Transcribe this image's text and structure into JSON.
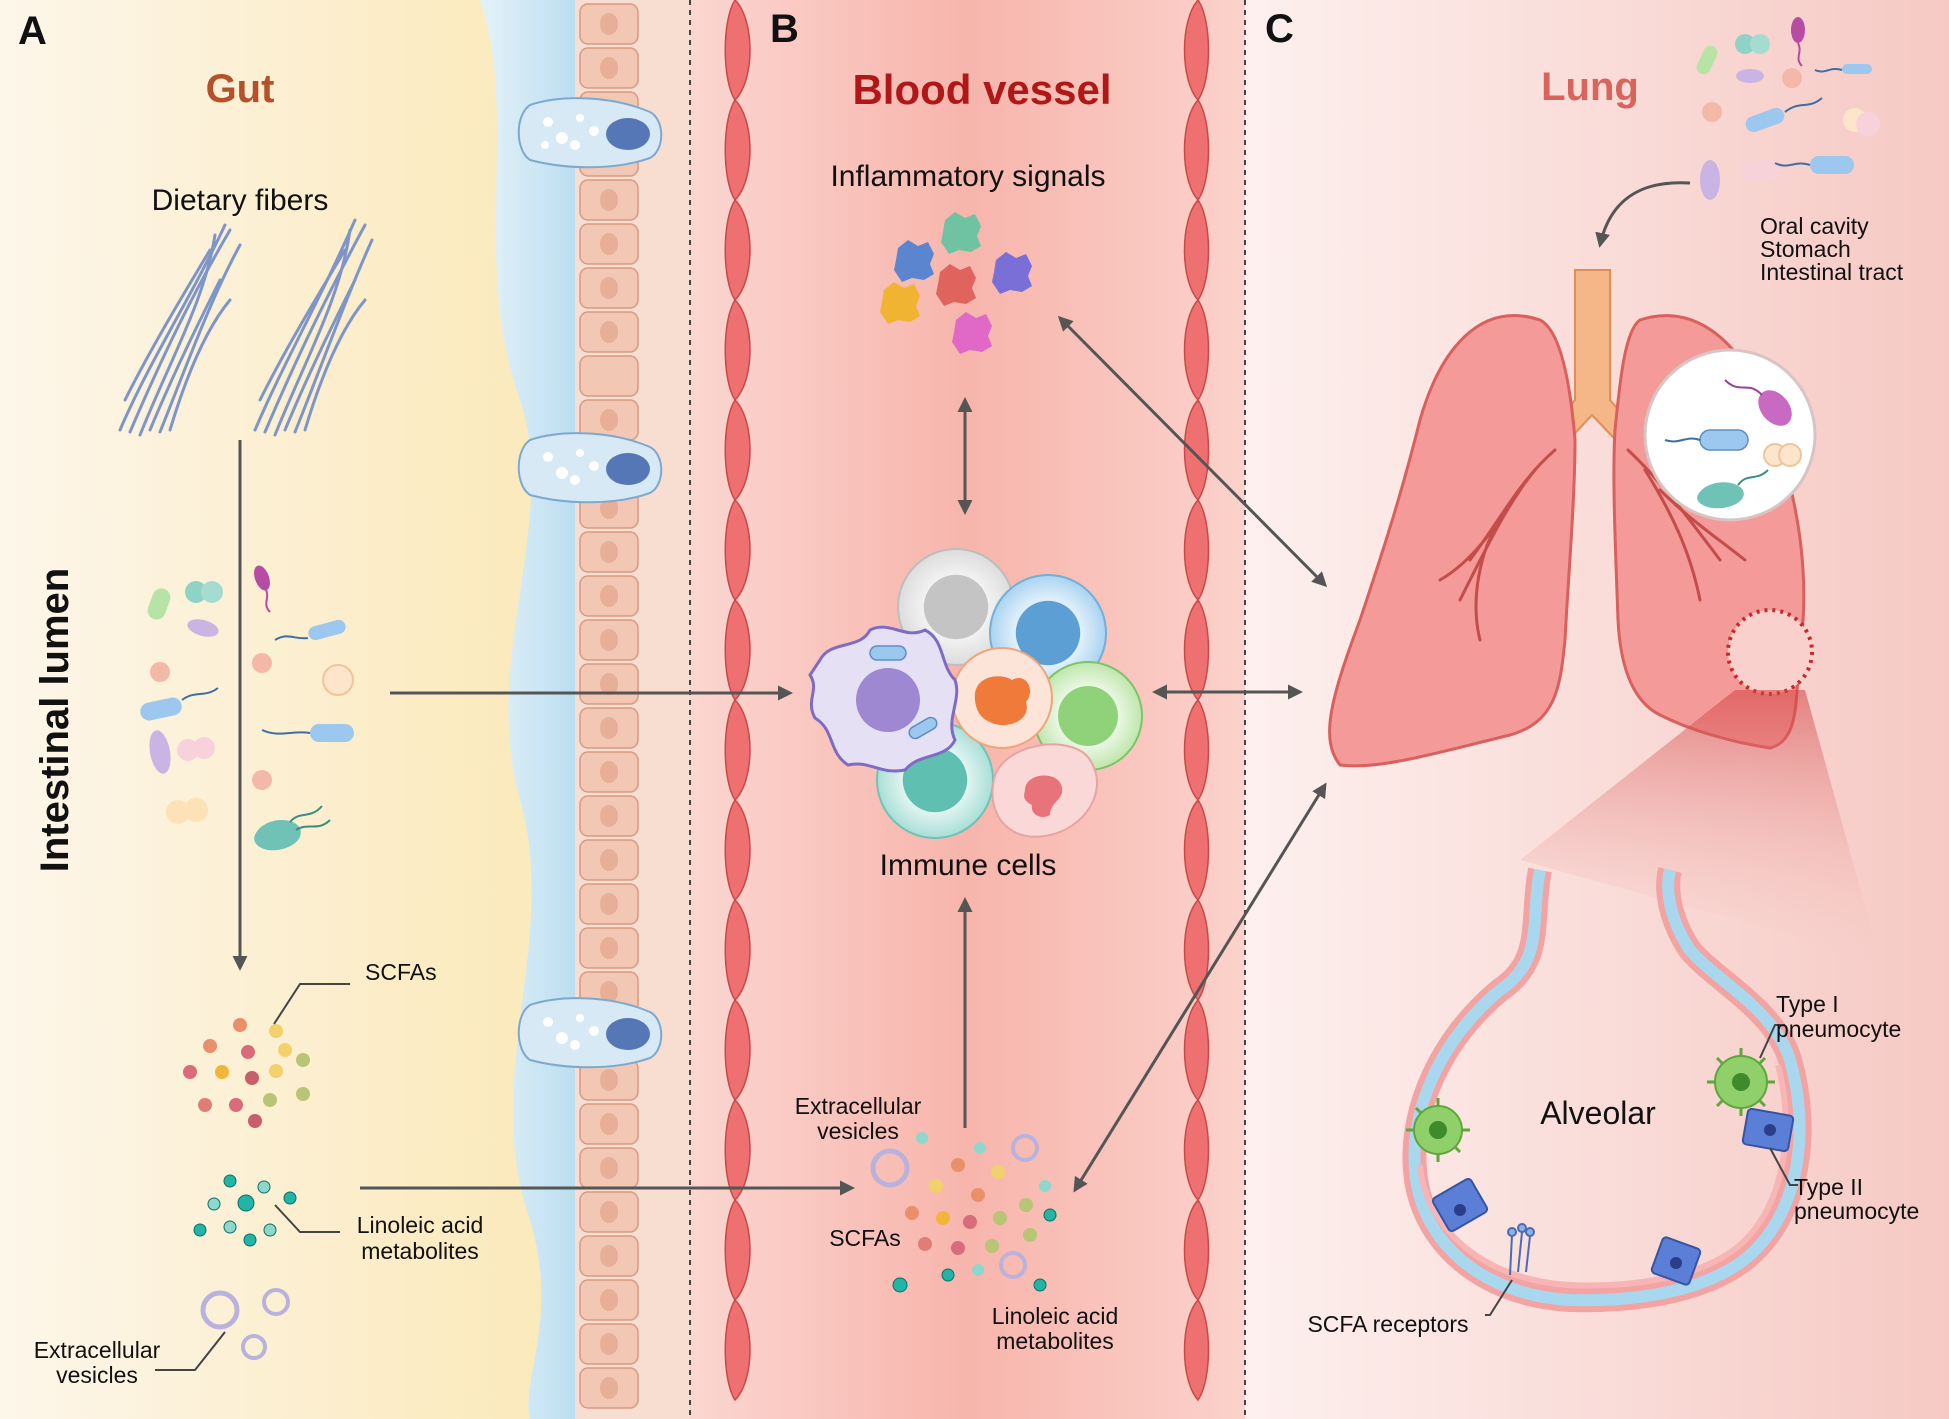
{
  "panels": {
    "a": {
      "letter": "A",
      "title": "Gut"
    },
    "b": {
      "letter": "B",
      "title": "Blood vessel"
    },
    "c": {
      "letter": "C",
      "title": "Lung"
    }
  },
  "gut": {
    "side_label": "Intestinal lumen",
    "dietary_fibers": "Dietary fibers",
    "scfas": "SCFAs",
    "linoleic_line1": "Linoleic acid",
    "linoleic_line2": "metabolites",
    "ev_line1": "Extracellular",
    "ev_line2": "vesicles"
  },
  "blood": {
    "inflammatory_signals": "Inflammatory signals",
    "immune_cells": "Immune cells",
    "ev_line1": "Extracellular",
    "ev_line2": "vesicles",
    "scfas": "SCFAs",
    "linoleic_line1": "Linoleic acid",
    "linoleic_line2": "metabolites"
  },
  "lung": {
    "sources": [
      "Oral cavity",
      "Stomach",
      "Intestinal tract"
    ],
    "alveolar": "Alveolar",
    "type1_line1": "Type I",
    "type1_line2": "pneumocyte",
    "type2_line1": "Type II",
    "type2_line2": "pneumocyte",
    "scfa_receptors": "SCFA receptors"
  },
  "colors": {
    "gut_bg": "#fdf3dd",
    "blood_bg": "#f9c6bf",
    "lung_bg": "#fbe4e1",
    "arrow": "#555555",
    "gut_title": "#b5512a",
    "blood_title": "#b01818",
    "lung_title": "#d9645c"
  }
}
